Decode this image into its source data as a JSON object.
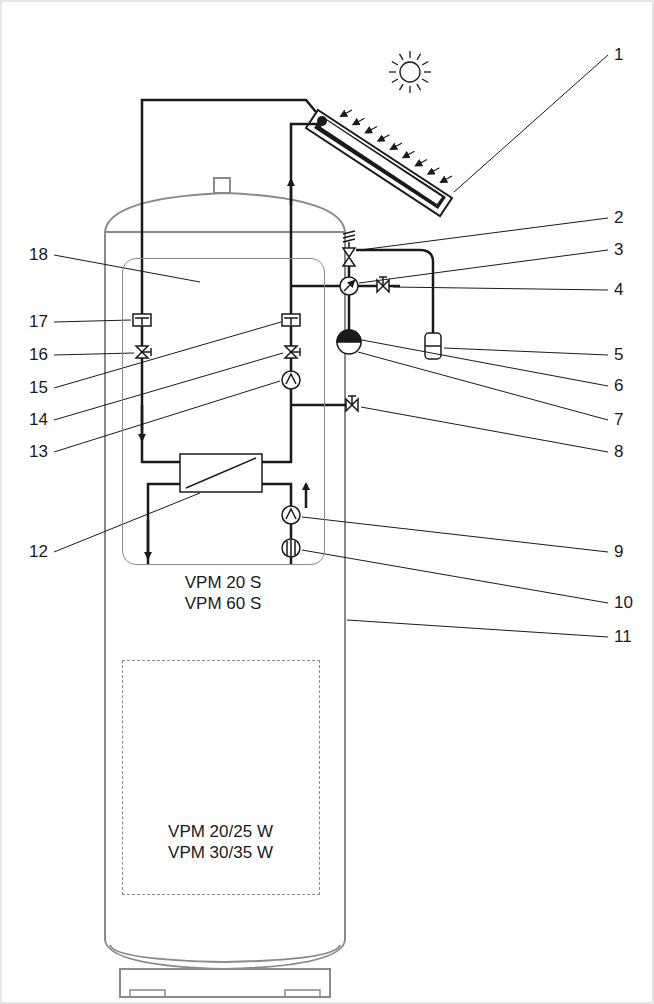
{
  "diagram": {
    "nodes": [
      {
        "text": [
          "VPM 20 S VPM 60 S"
        ]
      },
      {
        "text": [
          "VPM 20/25 W VPM 30/35 W"
        ]
      }
    ],
    "labels": [
      "1",
      "2",
      "3",
      "4",
      "5",
      "6",
      "7",
      "8",
      "9",
      "10",
      "11",
      "12",
      "13",
      "14",
      "15",
      "16",
      "17",
      "18"
    ]
  }
}
